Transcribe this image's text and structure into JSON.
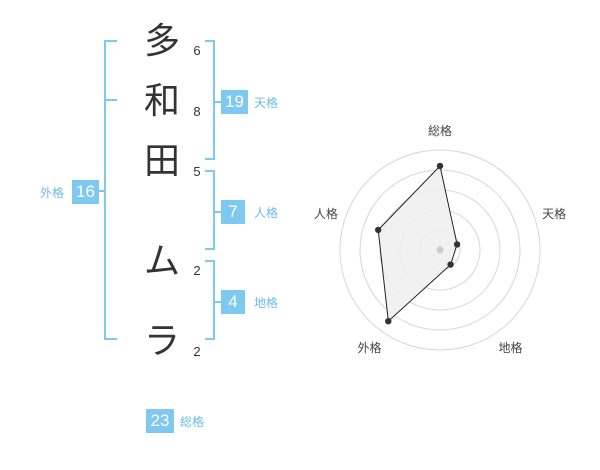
{
  "name": {
    "chars": [
      {
        "char": "多",
        "strokes": "6"
      },
      {
        "char": "和",
        "strokes": "8"
      },
      {
        "char": "田",
        "strokes": "5"
      },
      {
        "char": "ム",
        "strokes": "2"
      },
      {
        "char": "ラ",
        "strokes": "2"
      }
    ]
  },
  "kaku": {
    "tenkaku": {
      "value": "19",
      "label": "天格"
    },
    "jinkaku": {
      "value": "7",
      "label": "人格"
    },
    "chikaku": {
      "value": "4",
      "label": "地格"
    },
    "gaikaku": {
      "value": "16",
      "label": "外格"
    },
    "soukaku": {
      "value": "23",
      "label": "総格"
    }
  },
  "colors": {
    "accent": "#7fc8f0",
    "text": "#333333",
    "fill": "#eeeeee"
  },
  "chart_data": {
    "type": "radar",
    "axes": [
      "総格",
      "天格",
      "地格",
      "外格",
      "人格"
    ],
    "values": [
      0.84,
      0.18,
      0.18,
      0.88,
      0.65
    ],
    "range": [
      0,
      1
    ],
    "rings": 5
  }
}
